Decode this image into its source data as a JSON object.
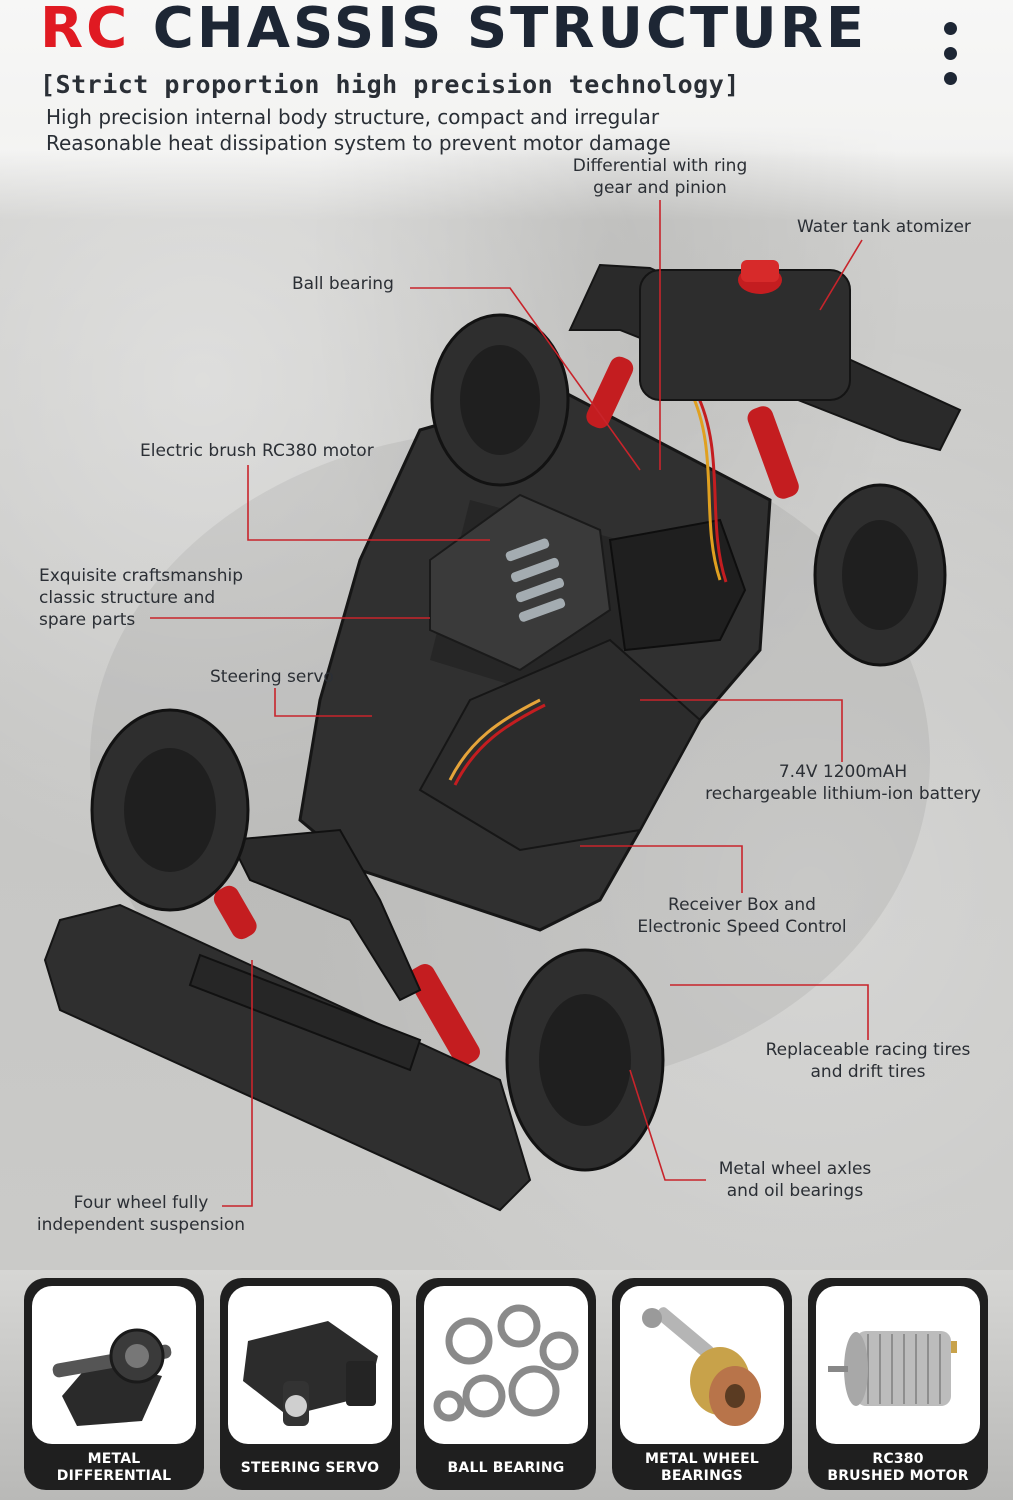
{
  "header": {
    "title_accent": "RC",
    "title_rest": "CHASSIS STRUCTURE",
    "subtitle": "[Strict proportion high precision technology]",
    "intro_line_1": "High precision internal body structure, compact and irregular",
    "intro_line_2": "Reasonable heat dissipation system to prevent motor damage"
  },
  "callouts": {
    "differential": [
      "Differential with ring",
      "gear and pinion"
    ],
    "water_tank": [
      "Water tank atomizer"
    ],
    "ball_bearing": [
      "Ball bearing"
    ],
    "motor": [
      "Electric brush RC380 motor"
    ],
    "craftsmanship": [
      "Exquisite craftsmanship",
      "classic structure and",
      "spare parts"
    ],
    "steering": [
      "Steering servo"
    ],
    "battery": [
      "7.4V 1200mAH",
      "rechargeable lithium-ion battery"
    ],
    "receiver": [
      "Receiver Box and",
      "Electronic Speed Control"
    ],
    "tires": [
      "Replaceable racing tires",
      "and drift tires"
    ],
    "axles": [
      "Metal wheel axles",
      "and oil bearings"
    ],
    "suspension": [
      "Four wheel fully",
      "independent suspension"
    ]
  },
  "features": [
    {
      "label": "METAL DIFFERENTIAL",
      "icon": "differential-icon"
    },
    {
      "label": "STEERING SERVO",
      "icon": "steering-servo-icon"
    },
    {
      "label": "BALL BEARING",
      "icon": "ball-bearing-icon"
    },
    {
      "label": "METAL WHEEL\nBEARINGS",
      "icon": "wheel-bearing-icon"
    },
    {
      "label": "RC380\nBRUSHED MOTOR",
      "icon": "brushed-motor-icon"
    }
  ],
  "colors": {
    "accent_red": "#e01a22",
    "title_navy": "#1d2634",
    "leader_line": "#c8242b",
    "chassis": "#2b2b2b",
    "shock_red": "#c41d20"
  }
}
